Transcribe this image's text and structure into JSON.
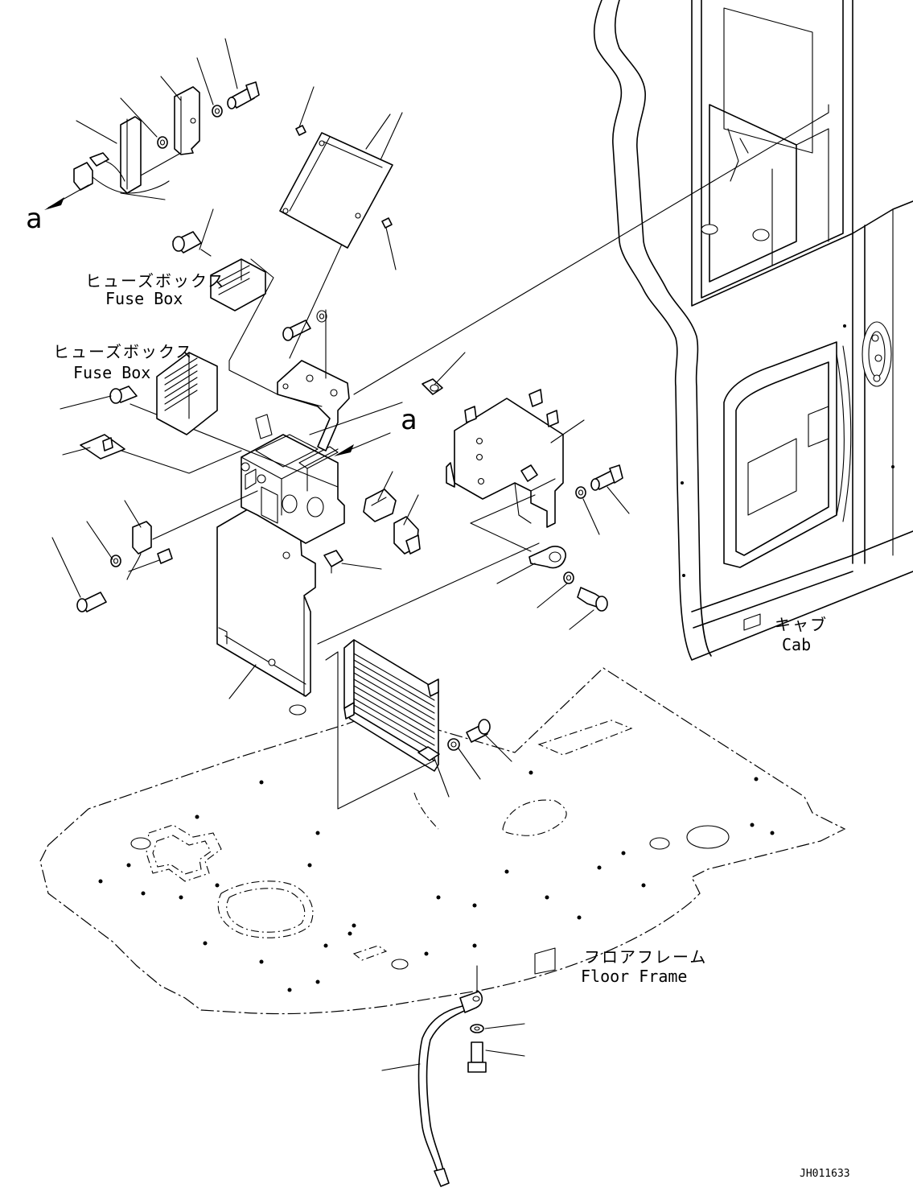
{
  "labels": {
    "fuse_box_1_jp": "ヒューズボックス",
    "fuse_box_1_en": "Fuse Box",
    "fuse_box_2_jp": "ヒューズボックス",
    "fuse_box_2_en": "Fuse Box",
    "cab_jp": "キャブ",
    "cab_en": "Cab",
    "floor_frame_jp": "フロアフレーム",
    "floor_frame_en": "Floor Frame",
    "ref_a_1": "a",
    "ref_a_2": "a",
    "drawing_id": "JH011633"
  }
}
